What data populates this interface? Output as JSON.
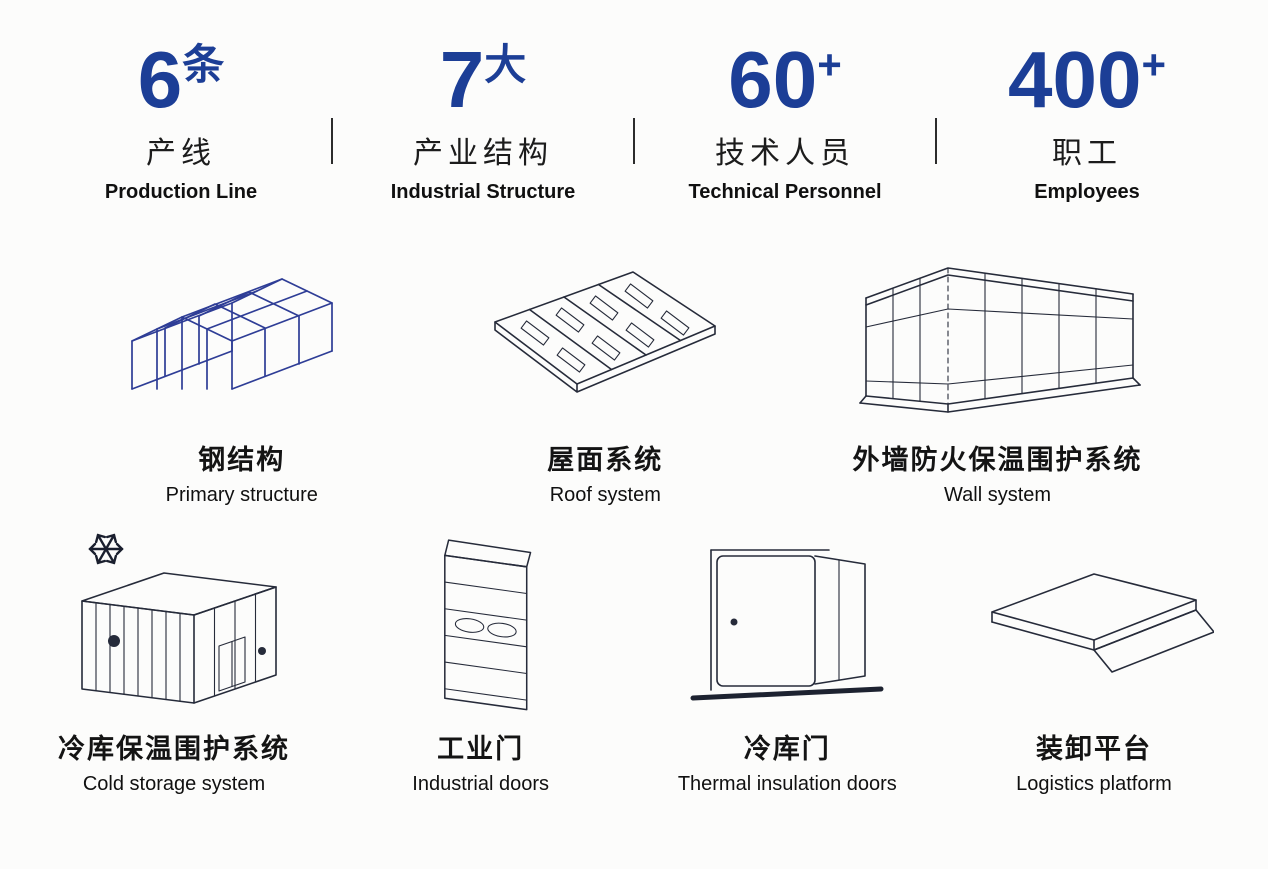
{
  "colors": {
    "accent_blue": "#1c3e96",
    "line_dark": "#262b3a",
    "line_blue": "#2e3d96",
    "background": "#fcfcfb"
  },
  "stats": [
    {
      "number": "6",
      "unit": "条",
      "zh": "产线",
      "en": "Production Line"
    },
    {
      "number": "7",
      "unit": "大",
      "zh": "产业结构",
      "en": "Industrial Structure"
    },
    {
      "number": "60",
      "unit": "+",
      "zh": "技术人员",
      "en": "Technical Personnel"
    },
    {
      "number": "400",
      "unit": "+",
      "zh": "职工",
      "en": "Employees"
    }
  ],
  "products": [
    {
      "zh": "钢结构",
      "en": "Primary structure",
      "icon": "steel-structure-icon"
    },
    {
      "zh": "屋面系统",
      "en": "Roof system",
      "icon": "roof-system-icon"
    },
    {
      "zh": "外墙防火保温围护系统",
      "en": "Wall system",
      "icon": "wall-system-icon"
    },
    {
      "zh": "冷库保温围护系统",
      "en": "Cold storage system",
      "icon": "cold-storage-icon"
    },
    {
      "zh": "工业门",
      "en": "Industrial doors",
      "icon": "industrial-door-icon"
    },
    {
      "zh": "冷库门",
      "en": "Thermal insulation doors",
      "icon": "cold-storage-door-icon"
    },
    {
      "zh": "装卸平台",
      "en": "Logistics platform",
      "icon": "dock-leveler-icon"
    }
  ]
}
